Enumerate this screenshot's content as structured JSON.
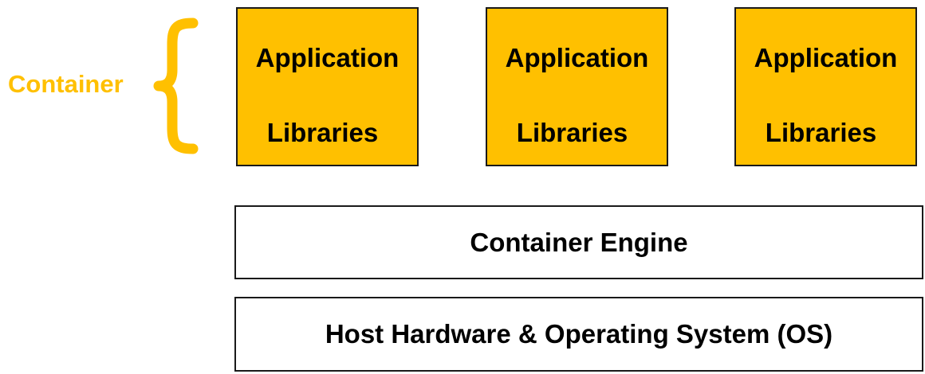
{
  "label": {
    "text": "Container",
    "color": "#FFC000"
  },
  "containers": [
    {
      "application": "Application",
      "libraries": "Libraries"
    },
    {
      "application": "Application",
      "libraries": "Libraries"
    },
    {
      "application": "Application",
      "libraries": "Libraries"
    }
  ],
  "layers": {
    "engine": "Container Engine",
    "host": "Host Hardware & Operating System (OS)"
  },
  "colors": {
    "container_fill": "#FFC000",
    "border": "#1a1a1a"
  }
}
